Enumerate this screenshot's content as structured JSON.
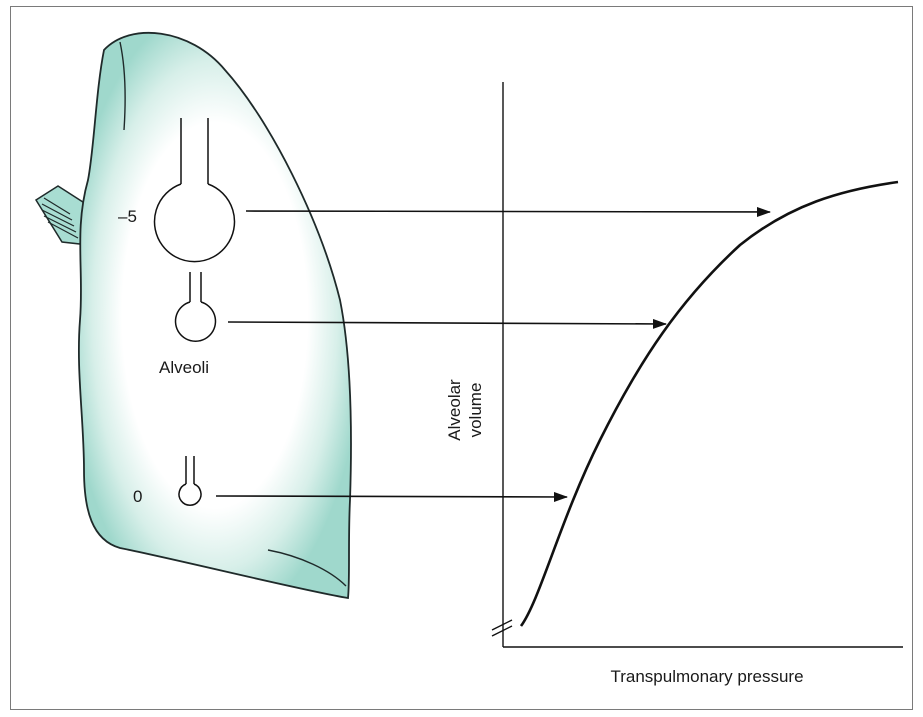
{
  "figure": {
    "labels": {
      "top_pressure": "–5",
      "bottom_pressure": "0",
      "alveoli": "Alveoli",
      "y_axis": "Alveolar volume",
      "y_axis_line1": "Alveolar",
      "y_axis_line2": "volume",
      "x_axis": "Transpulmonary pressure"
    },
    "colors": {
      "lung_fill": "#a8ddd2",
      "lung_center": "#ffffff",
      "lung_outline": "#1f2a2a",
      "line": "#111111"
    }
  }
}
